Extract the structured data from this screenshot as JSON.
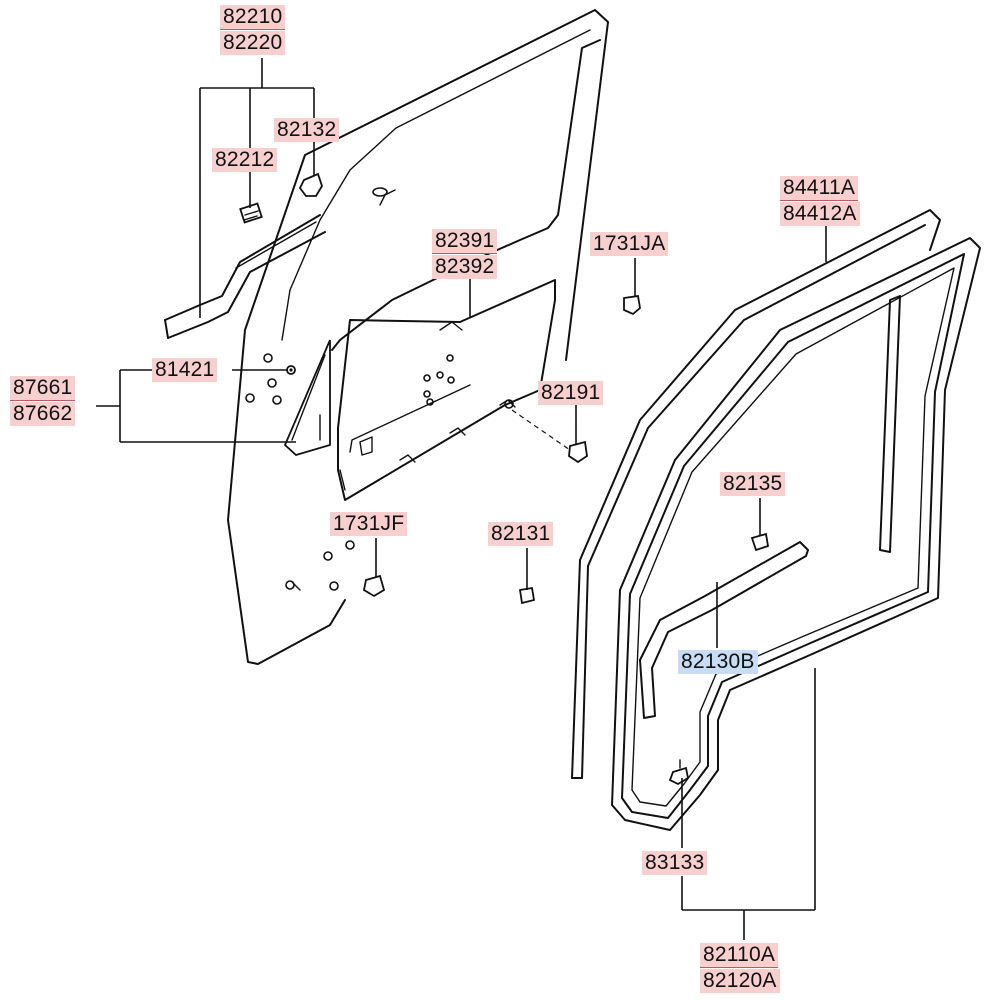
{
  "labels": {
    "p82210": "82210",
    "p82220": "82220",
    "p82132": "82132",
    "p82212": "82212",
    "p82391": "82391",
    "p82392": "82392",
    "p1731JA": "1731JA",
    "p84411A": "84411A",
    "p84412A": "84412A",
    "p87661": "87661",
    "p87662": "87662",
    "p81421": "81421",
    "p82191": "82191",
    "p82135": "82135",
    "p1731JF": "1731JF",
    "p82131": "82131",
    "p82130B": "82130B",
    "p83133": "83133",
    "p82110A": "82110A",
    "p82120A": "82120A"
  },
  "colors": {
    "label_highlight": "#f7cfcf",
    "label_highlight_selected": "#c8dcf3",
    "line": "#111111"
  }
}
